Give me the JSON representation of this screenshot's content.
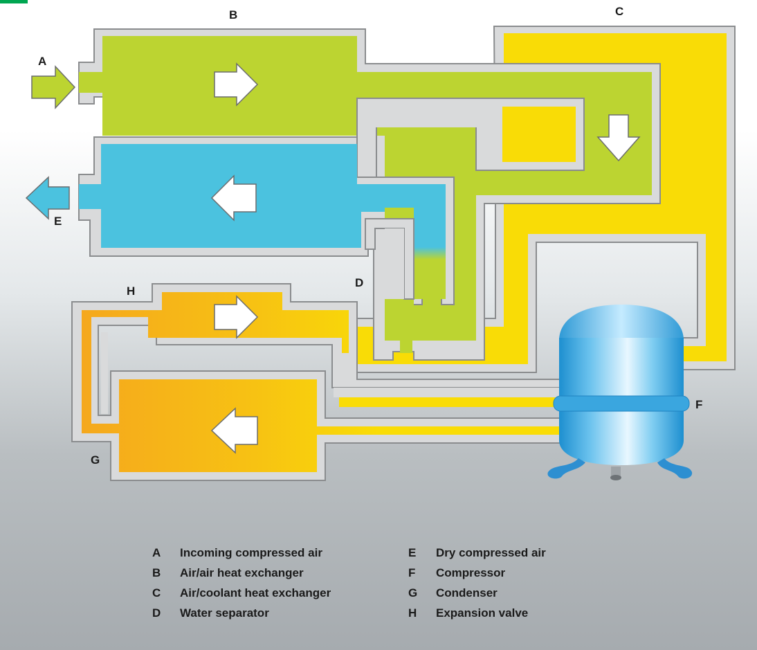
{
  "labels": {
    "a": "A",
    "b": "B",
    "c": "C",
    "d": "D",
    "e": "E",
    "f": "F",
    "g": "G",
    "h": "H"
  },
  "legend": [
    {
      "key": "A",
      "text": "Incoming compressed air"
    },
    {
      "key": "B",
      "text": "Air/air heat exchanger"
    },
    {
      "key": "C",
      "text": "Air/coolant heat exchanger"
    },
    {
      "key": "D",
      "text": "Water separator"
    },
    {
      "key": "E",
      "text": "Dry compressed air"
    },
    {
      "key": "F",
      "text": "Compressor"
    },
    {
      "key": "G",
      "text": "Condenser"
    },
    {
      "key": "H",
      "text": "Expansion valve"
    }
  ],
  "colors": {
    "incoming_air_green": "#bcd431",
    "dry_air_blue": "#4bc2df",
    "coolant_yellow": "#f9dc06",
    "condenser_orange": "#f5a81d",
    "pipe_wall_grey": "#d9dadb",
    "corner_tab_green": "#00a651"
  }
}
